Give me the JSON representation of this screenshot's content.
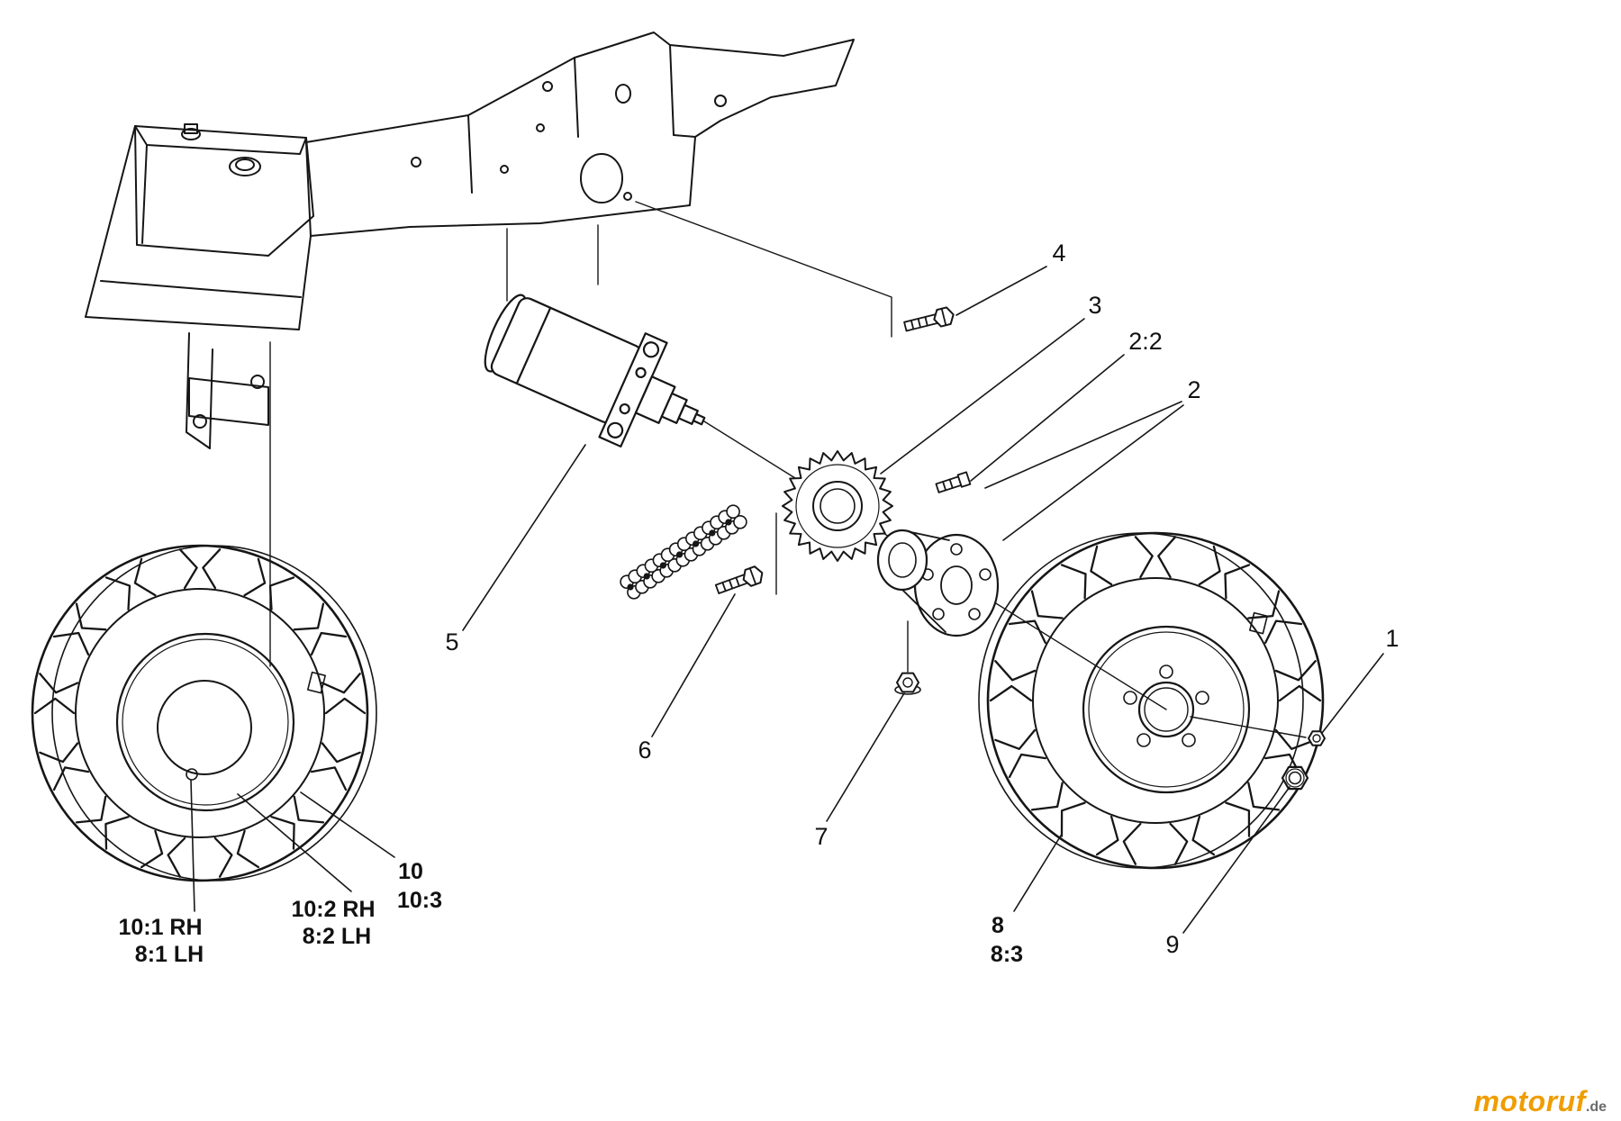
{
  "diagram": {
    "callouts": {
      "c1": "1",
      "c2": "2",
      "c2_2": "2:2",
      "c3": "3",
      "c4": "4",
      "c5": "5",
      "c6": "6",
      "c7": "7",
      "c8": "8",
      "c8_1": "8:1 LH",
      "c8_2": "8:2 LH",
      "c8_3": "8:3",
      "c9": "9",
      "c10": "10",
      "c10_1": "10:1 RH",
      "c10_2": "10:2 RH",
      "c10_3": "10:3"
    }
  },
  "watermark": {
    "brand": "motoruf",
    "tld": ".de",
    "brand_color": "#ef9d00",
    "tld_color": "#6b6b6b"
  }
}
